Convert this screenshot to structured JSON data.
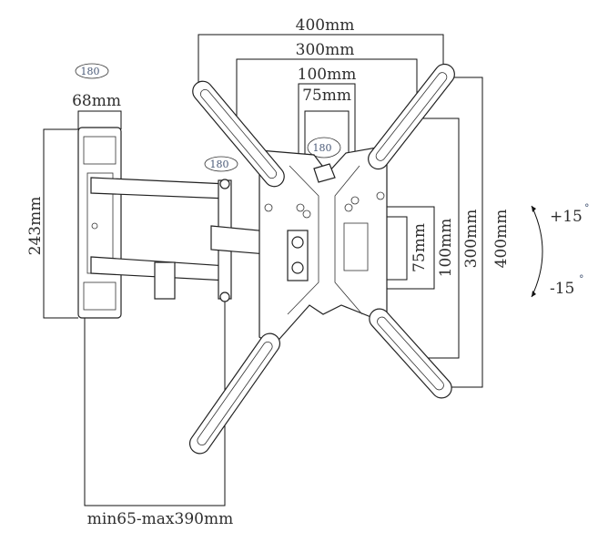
{
  "dimensions": {
    "top_400": "400mm",
    "top_300": "300mm",
    "top_100": "100mm",
    "top_75": "75mm",
    "side_75": "75mm",
    "side_100": "100mm",
    "side_300": "300mm",
    "side_400": "400mm",
    "wall_height": "243mm",
    "wall_width": "68mm",
    "extension": "min65-max390mm"
  },
  "rotation": {
    "wall_swivel": "180",
    "arm_swivel": "180",
    "plate_rotate": "180",
    "degree_symbol": "°"
  },
  "tilt": {
    "up": "+15",
    "down": "-15",
    "degree_symbol": "°"
  }
}
